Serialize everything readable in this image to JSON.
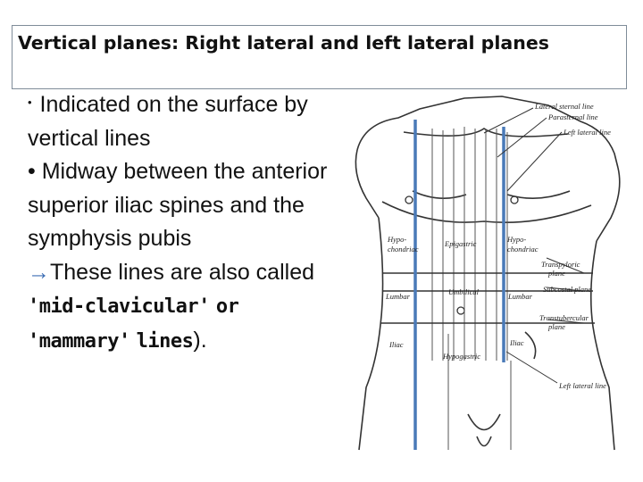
{
  "slide": {
    "title": "Vertical planes: Right lateral and left lateral planes",
    "bullet_small": "•",
    "line1": "Indicated on the surface by vertical lines",
    "bullet": "•",
    "line2": "Midway between the anterior superior iliac spines and the symphysis pubis",
    "arrow": "→",
    "line3_a": "These lines are also called ",
    "line3_q1": "'mid-clavicular'",
    "line3_or": "or",
    "line3_q2": "'mammary'",
    "line3_lines": "lines",
    "line3_end": ")."
  },
  "figure": {
    "labels": {
      "lateral_sternal_line": "Lateral sternal line",
      "parasternal_line": "Parasternal line",
      "left_lateral_line_top": "Left lateral line",
      "hypochondriac_left_a": "Hypo-",
      "hypochondriac_left_b": "chondriac",
      "epigastric": "Epigastric",
      "hypochondriac_right_a": "Hypo-",
      "hypochondriac_right_b": "chondriac",
      "transpyloric_a": "Transpyloric",
      "transpyloric_b": "plane",
      "subcostal": "Subcostal plane",
      "lumbar_left": "Lumbar",
      "umbilical": "Umbilical",
      "lumbar_right": "Lumbar",
      "transtubercular_a": "Transtubercular",
      "transtubercular_b": "plane",
      "iliac_left": "Iliac",
      "hypogastric": "Hypogastric",
      "iliac_right": "Iliac",
      "left_lateral_line_bottom": "Left lateral line"
    },
    "colors": {
      "vertical_line": "#4a7ab8",
      "outline": "#333333"
    }
  }
}
